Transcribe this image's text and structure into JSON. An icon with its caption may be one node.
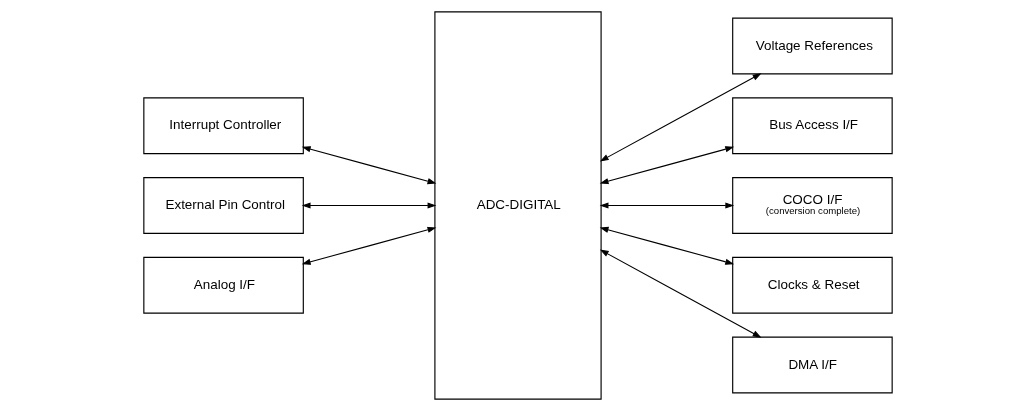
{
  "diagram": {
    "nodes": [
      {
        "text": [
          "Interrupt Controller"
        ]
      },
      {
        "text": [
          "External Pin Control"
        ]
      },
      {
        "text": [
          "Analog I/F"
        ]
      },
      {
        "text": [
          "ADC-DIGITAL"
        ]
      },
      {
        "text": [
          "Voltage References"
        ]
      },
      {
        "text": [
          "Bus Access I/F"
        ]
      },
      {
        "text": [
          "COCO I/F",
          "(conversion complete)"
        ]
      },
      {
        "text": [
          "Clocks & Reset"
        ]
      },
      {
        "text": [
          "DMA I/F"
        ]
      }
    ],
    "edges": [
      {
        "from": 0,
        "to": 3,
        "arrow": "both"
      },
      {
        "from": 1,
        "to": 3,
        "arrow": "both"
      },
      {
        "from": 2,
        "to": 3,
        "arrow": "both"
      },
      {
        "from": 3,
        "to": 4,
        "arrow": "both"
      },
      {
        "from": 3,
        "to": 5,
        "arrow": "both"
      },
      {
        "from": 3,
        "to": 6,
        "arrow": "both"
      },
      {
        "from": 3,
        "to": 7,
        "arrow": "both"
      },
      {
        "from": 3,
        "to": 8,
        "arrow": "both"
      }
    ]
  }
}
